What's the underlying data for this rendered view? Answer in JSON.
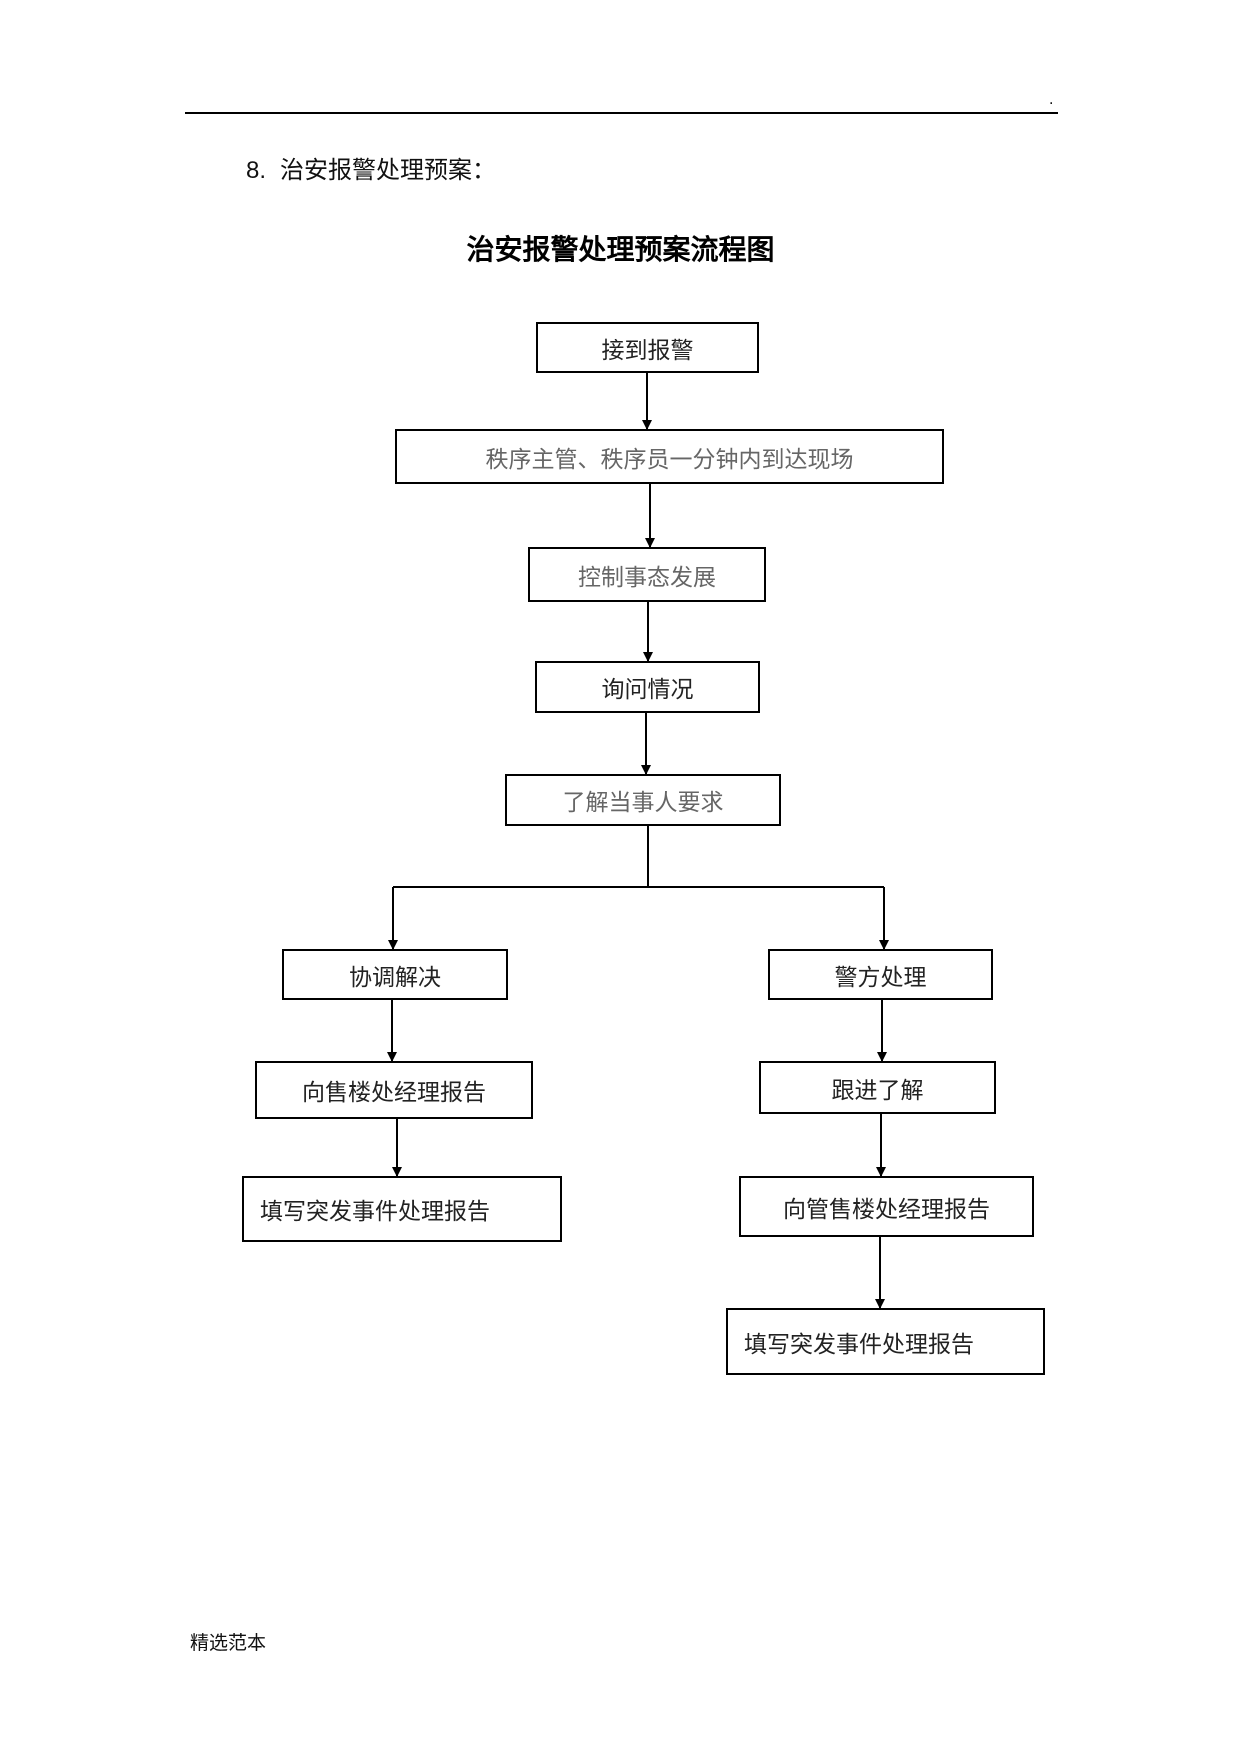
{
  "header": {
    "mark": "."
  },
  "section": {
    "number": "8.",
    "title": "治安报警处理预案："
  },
  "diagram": {
    "title": "治安报警处理预案流程图",
    "nodes": {
      "receive_alarm": "接到报警",
      "arrive_scene": "秩序主管、秩序员一分钟内到达现场",
      "control_situation": "控制事态发展",
      "inquire": "询问情况",
      "understand_demands": "了解当事人要求",
      "coordinate": "协调解决",
      "report_sales_manager": "向售楼处经理报告",
      "fill_report_left": "填写突发事件处理报告",
      "police": "警方处理",
      "follow_up": "跟进了解",
      "report_mgmt_sales_manager": "向管售楼处经理报告",
      "fill_report_right": "填写突发事件处理报告"
    }
  },
  "footer": {
    "text": "精选范本"
  }
}
